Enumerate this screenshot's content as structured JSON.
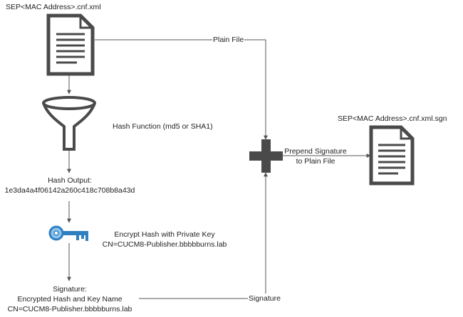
{
  "source_file": {
    "name": "SEP<MAC Address>.cnf.xml",
    "icon": "document-icon"
  },
  "hash_step": {
    "label": "Hash Function (md5 or SHA1)",
    "icon": "funnel-icon"
  },
  "hash_output": {
    "title": "Hash Output:",
    "value": "1e3da4a4f06142a260c418c708b8a43d"
  },
  "encrypt_step": {
    "line1": "Encrypt Hash with Private Key",
    "line2": "CN=CUCM8-Publisher.bbbbburns.lab",
    "icon": "key-icon"
  },
  "signature_block": {
    "line1": "Signature:",
    "line2": "Encrypted Hash and Key Name",
    "line3": "CN=CUCM8-Publisher.bbbbburns.lab"
  },
  "edges": {
    "plain_file": "Plain File",
    "signature": "Signature"
  },
  "combine_step": {
    "line1": "Prepend Signature",
    "line2": "to Plain File",
    "icon": "plus-icon"
  },
  "output_file": {
    "name": "SEP<MAC Address>.cnf.xml.sgn",
    "icon": "document-icon"
  },
  "colors": {
    "icon_dark": "#4a4a4a",
    "line": "#555555",
    "key_blue": "#2f7fc1",
    "key_light": "#8ec3ea"
  }
}
